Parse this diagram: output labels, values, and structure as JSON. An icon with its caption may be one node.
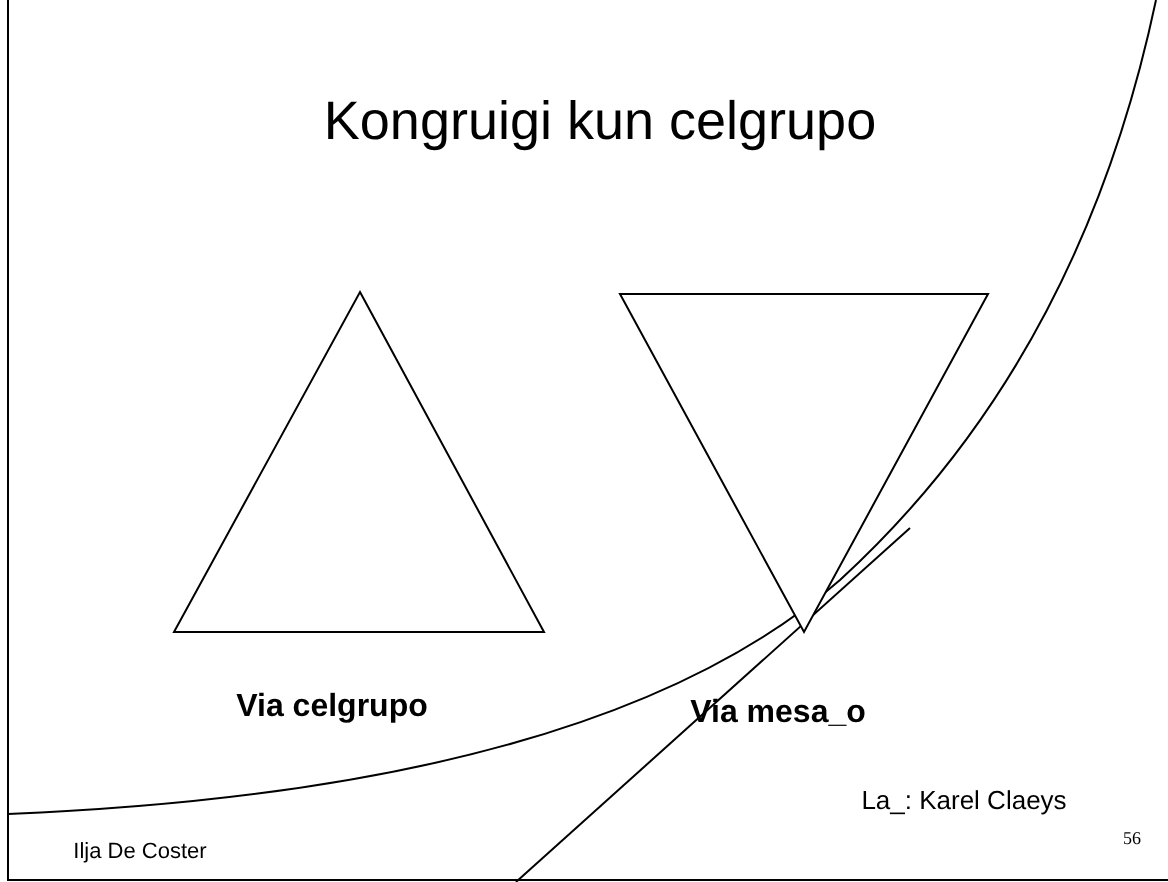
{
  "diagram": {
    "title": "Kongruigi kun celgrupo",
    "labels": [
      "Via celgrupo",
      "Via mesa_o",
      "La_: Karel Claeys",
      "Ilja De Coster",
      "56"
    ]
  }
}
